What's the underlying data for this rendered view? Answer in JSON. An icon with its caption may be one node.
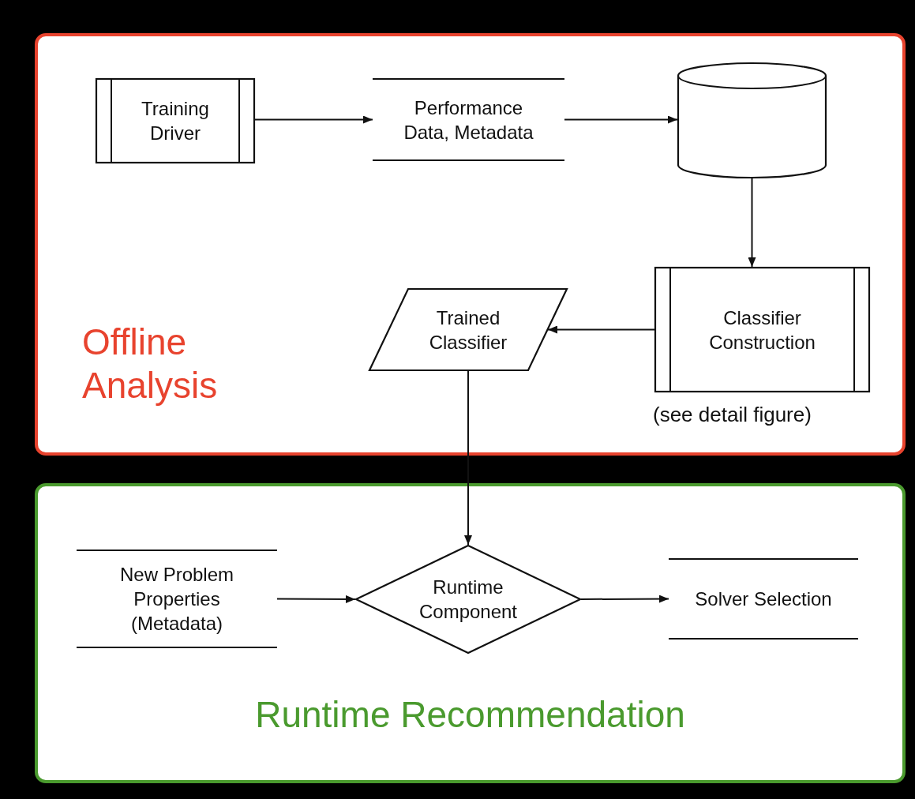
{
  "diagram": {
    "nodes": [
      {
        "text": [
          "Offline Analysis"
        ]
      },
      {
        "text": [
          "Training Driver"
        ],
        "in": 0
      },
      {
        "text": [
          "Performance Data, Metadata"
        ],
        "in": 0
      },
      {
        "text": [],
        "shape": "cylinder",
        "in": 0
      },
      {
        "text": [
          "Classifier Construction"
        ],
        "in": 0,
        "beside": [
          "(see detail figure)"
        ]
      },
      {
        "text": [
          "Trained Classifier"
        ],
        "in": 0
      },
      {
        "text": [
          "Runtime Recommendation"
        ]
      },
      {
        "text": [
          "New Problem Properties (Metadata)"
        ],
        "in": 6
      },
      {
        "text": [
          "Runtime Component"
        ],
        "in": 6
      },
      {
        "text": [
          "Solver Selection"
        ],
        "in": 6
      }
    ],
    "edges": [
      {
        "from": 1,
        "to": 2,
        "arrow": "to"
      },
      {
        "from": 2,
        "to": 3,
        "arrow": "to"
      },
      {
        "from": 3,
        "to": 4,
        "arrow": "to"
      },
      {
        "from": 4,
        "to": 5,
        "arrow": "to"
      },
      {
        "from": 5,
        "to": 8,
        "arrow": "to"
      },
      {
        "from": 7,
        "to": 8,
        "arrow": "to"
      },
      {
        "from": 8,
        "to": 9,
        "arrow": "to"
      }
    ]
  }
}
